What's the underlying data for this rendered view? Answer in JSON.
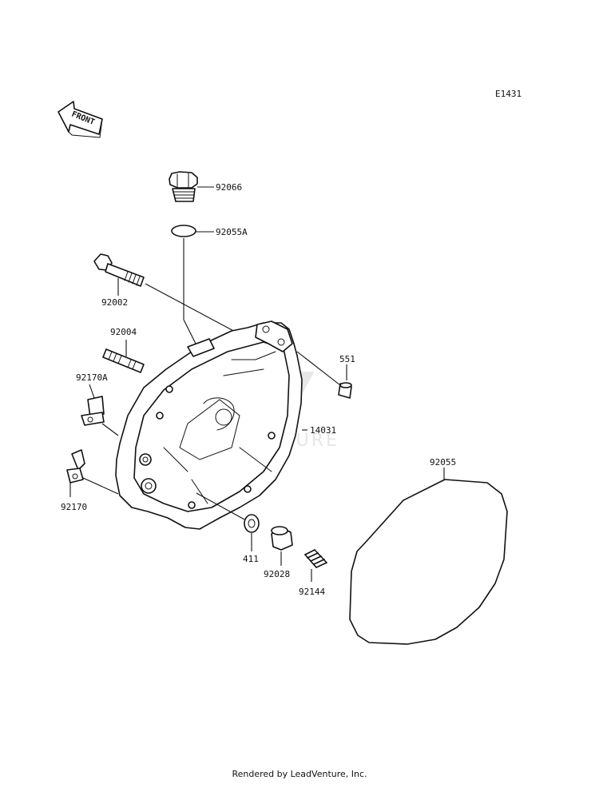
{
  "diagram_code": "E1431",
  "front_label": "FRONT",
  "watermark_text": "LEADVENTURE",
  "parts": [
    {
      "id": "p92066",
      "number": "92066"
    },
    {
      "id": "p92055A",
      "number": "92055A"
    },
    {
      "id": "p92002",
      "number": "92002"
    },
    {
      "id": "p92004",
      "number": "92004"
    },
    {
      "id": "p92170A",
      "number": "92170A"
    },
    {
      "id": "p92170",
      "number": "92170"
    },
    {
      "id": "p551",
      "number": "551"
    },
    {
      "id": "p14031",
      "number": "14031"
    },
    {
      "id": "p92055",
      "number": "92055"
    },
    {
      "id": "p411",
      "number": "411"
    },
    {
      "id": "p92028",
      "number": "92028"
    },
    {
      "id": "p92144",
      "number": "92144"
    }
  ],
  "footer": "Rendered by LeadVenture, Inc."
}
